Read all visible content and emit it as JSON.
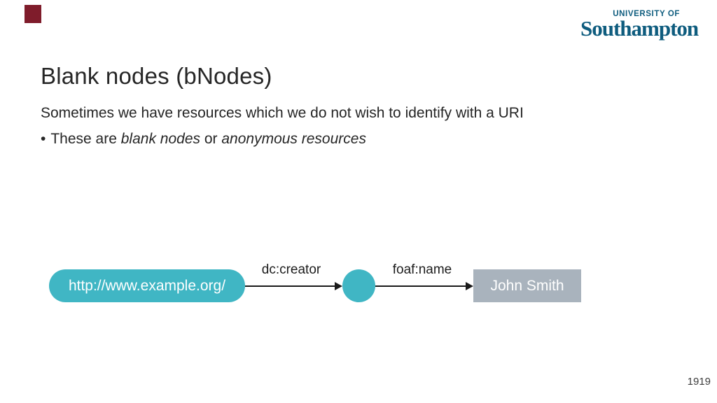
{
  "colors": {
    "accent_maroon": "#7f1c2b",
    "brand_blue": "#0e5c7e",
    "node_teal": "#40b6c4",
    "literal_gray": "#a9b3bd",
    "text": "#262626"
  },
  "logo": {
    "line1": "UNIVERSITY OF",
    "line2": "Southampton"
  },
  "title": "Blank nodes (bNodes)",
  "intro": "Sometimes we have resources which we do not wish to identify with a URI",
  "bullet": {
    "marker": "•",
    "text_start": "These are ",
    "emphasis1": "blank nodes",
    "text_middle": " or ",
    "emphasis2": "anonymous resources"
  },
  "diagram": {
    "subject_uri": "http://www.example.org/",
    "predicate1": "dc:creator",
    "predicate2": "foaf:name",
    "object_literal": "John Smith"
  },
  "page_number": "1919"
}
